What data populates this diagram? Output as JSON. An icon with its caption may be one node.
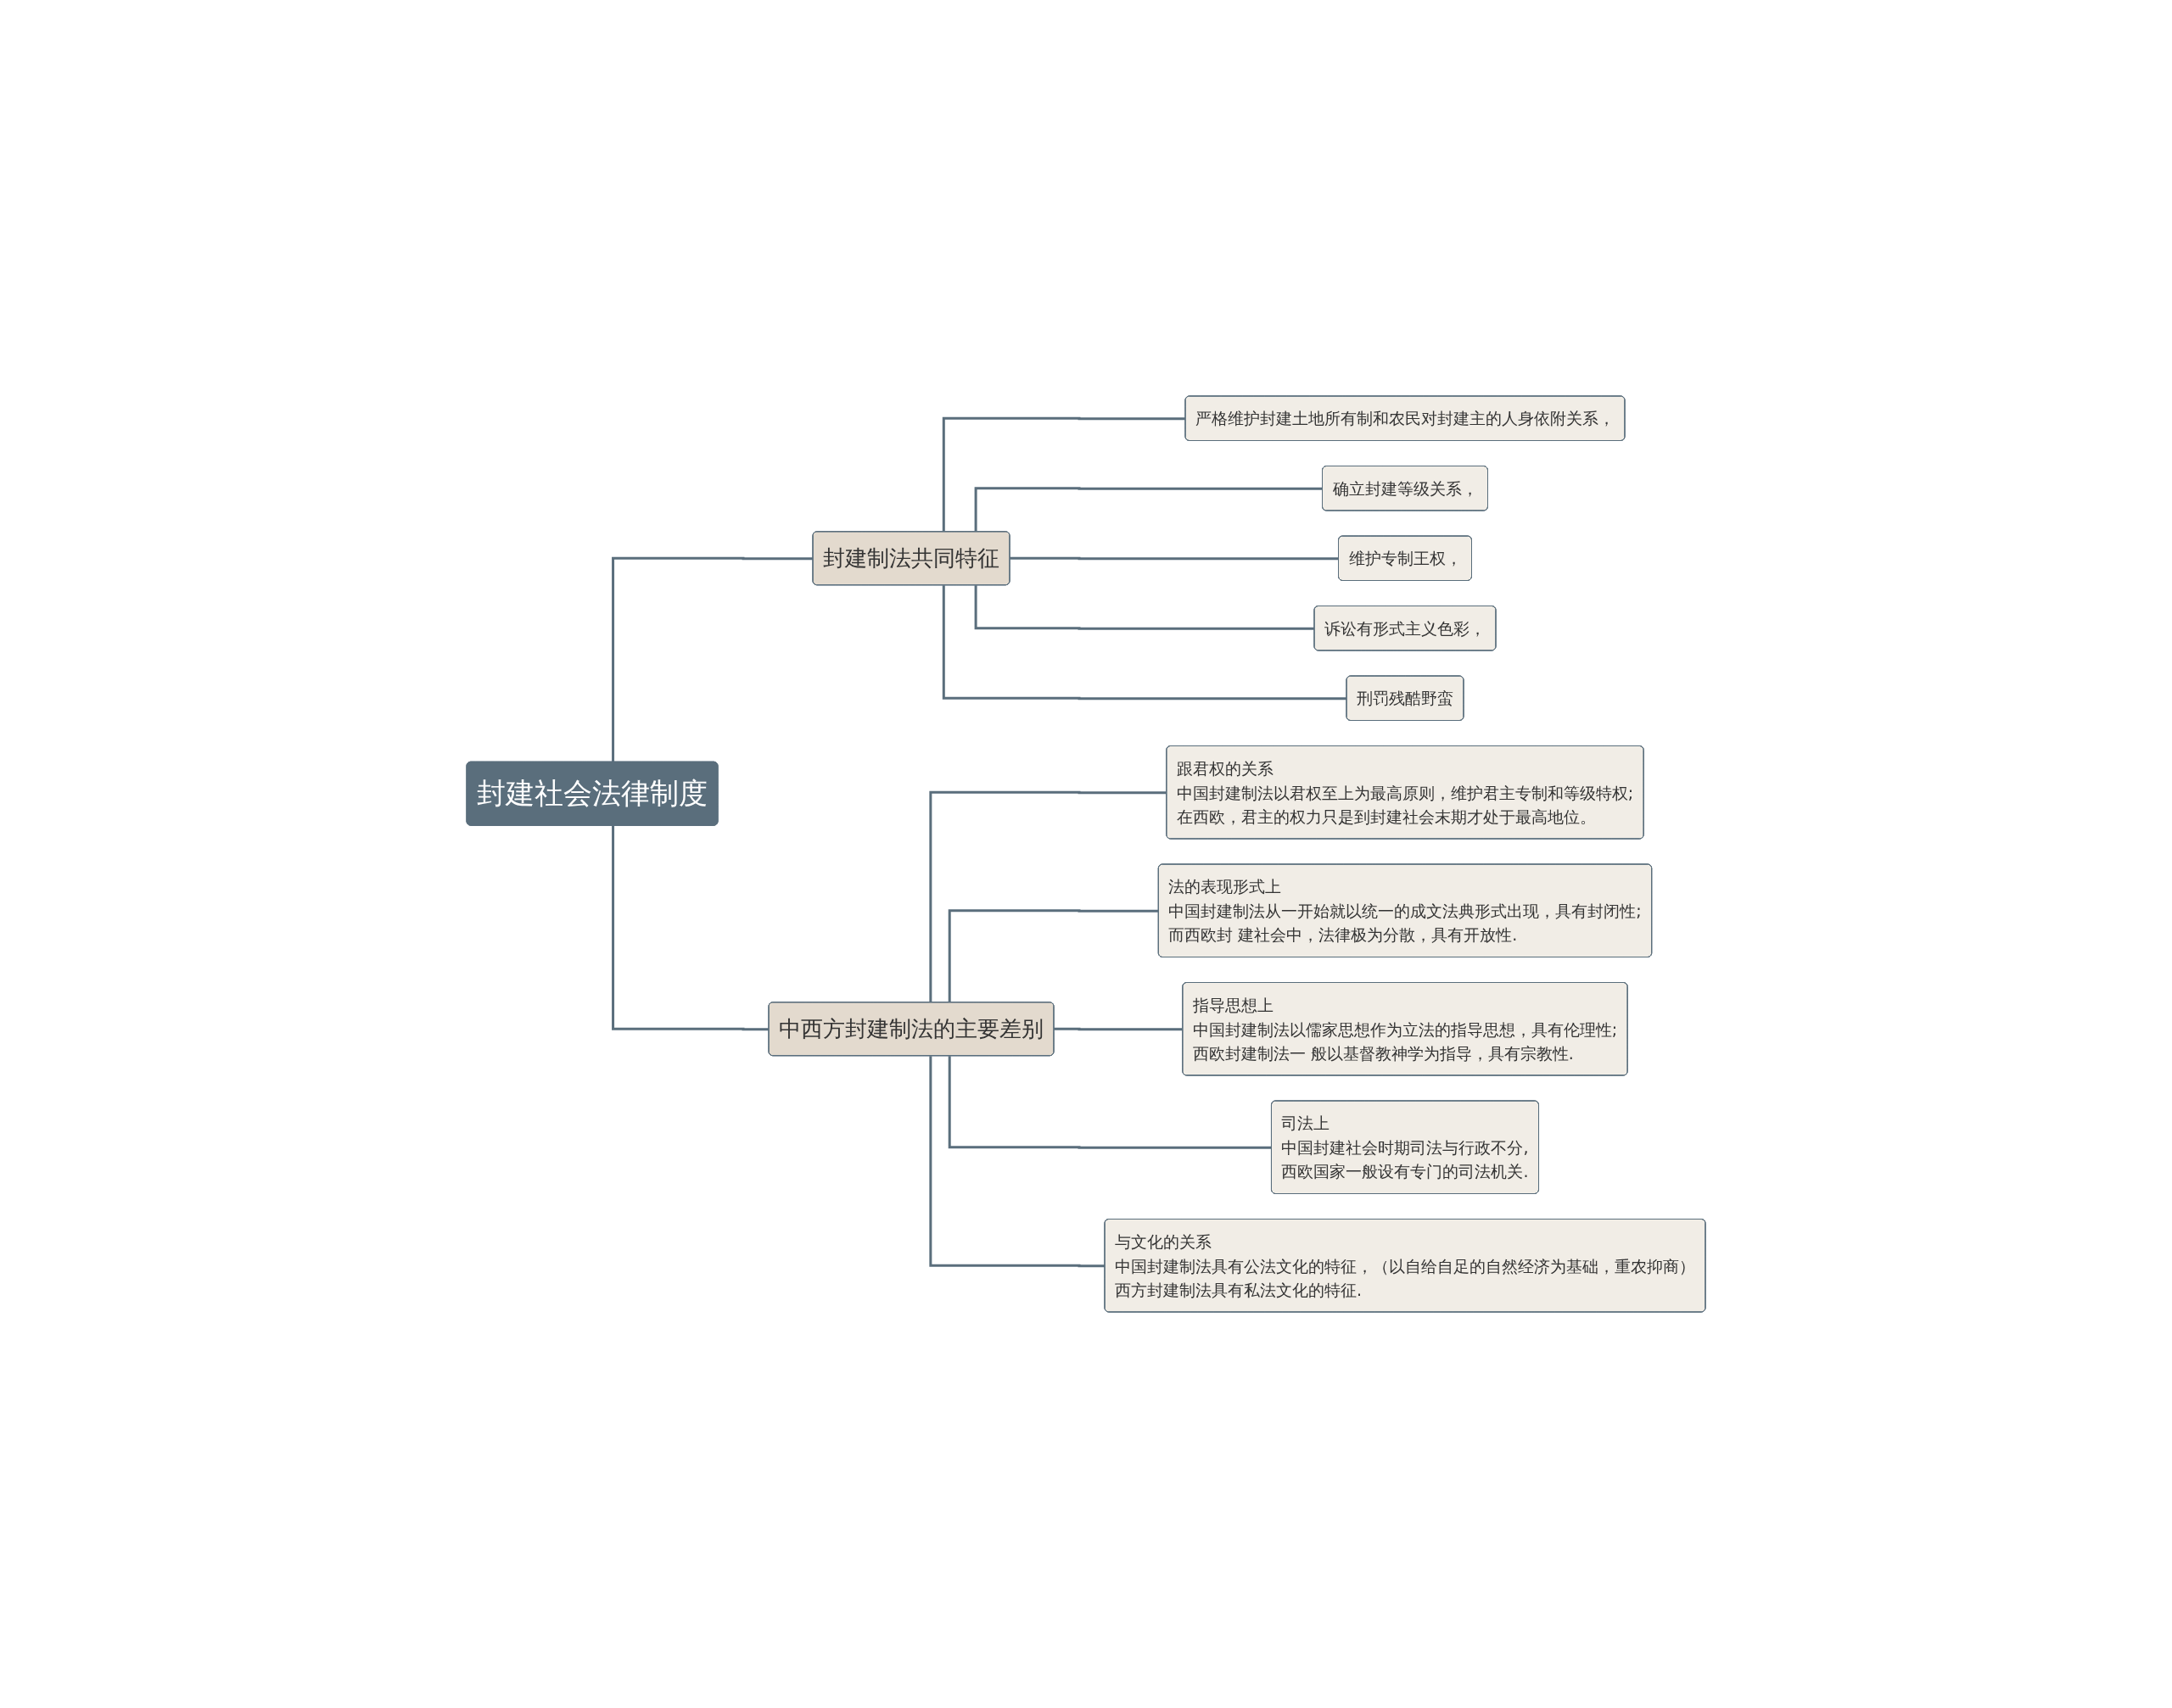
{
  "diagram": {
    "nodes": [
      {
        "text": [
          "封建社会法律制度"
        ]
      },
      {
        "text": [
          "封建制法共同特征"
        ]
      },
      {
        "text": [
          "严格维护封建土地所有制和农民对封建主的人身依附关系，"
        ]
      },
      {
        "text": [
          "确立封建等级关系，"
        ]
      },
      {
        "text": [
          "维护专制王权，"
        ]
      },
      {
        "text": [
          "诉讼有形式主义色彩，"
        ]
      },
      {
        "text": [
          "刑罚残酷野蛮"
        ]
      },
      {
        "text": [
          "中西方封建制法的主要差别"
        ]
      },
      {
        "text": [
          "跟君权的关系",
          "中国封建制法以君权至上为最高原则，维护君主专制和等级特权;",
          "在西欧，君主的权力只是到封建社会末期才处于最高地位。"
        ]
      },
      {
        "text": [
          "法的表现形式上",
          "中国封建制法从一开始就以统一的成文法典形式出现，具有封闭性;",
          "而西欧封 建社会中，法律极为分散，具有开放性."
        ]
      },
      {
        "text": [
          "指导思想上",
          "中国封建制法以儒家思想作为立法的指导思想，具有伦理性;",
          "西欧封建制法一 般以基督教神学为指导，具有宗教性."
        ]
      },
      {
        "text": [
          "司法上",
          "中国封建社会时期司法与行政不分,",
          "西欧国家一般设有专门的司法机关."
        ]
      },
      {
        "text": [
          "与文化的关系",
          "中国封建制法具有公法文化的特征，（以自给自足的自然经济为基础，重农抑商）",
          "西方封建制法具有私法文化的特征."
        ]
      }
    ],
    "edges": [
      {
        "from": 0,
        "to": 1,
        "arrow": "none"
      },
      {
        "from": 0,
        "to": 7,
        "arrow": "none"
      },
      {
        "from": 1,
        "to": 2,
        "arrow": "none"
      },
      {
        "from": 1,
        "to": 3,
        "arrow": "none"
      },
      {
        "from": 1,
        "to": 4,
        "arrow": "none"
      },
      {
        "from": 1,
        "to": 5,
        "arrow": "none"
      },
      {
        "from": 1,
        "to": 6,
        "arrow": "none"
      },
      {
        "from": 7,
        "to": 8,
        "arrow": "none"
      },
      {
        "from": 7,
        "to": 9,
        "arrow": "none"
      },
      {
        "from": 7,
        "to": 10,
        "arrow": "none"
      },
      {
        "from": 7,
        "to": 11,
        "arrow": "none"
      },
      {
        "from": 7,
        "to": 12,
        "arrow": "none"
      }
    ]
  }
}
